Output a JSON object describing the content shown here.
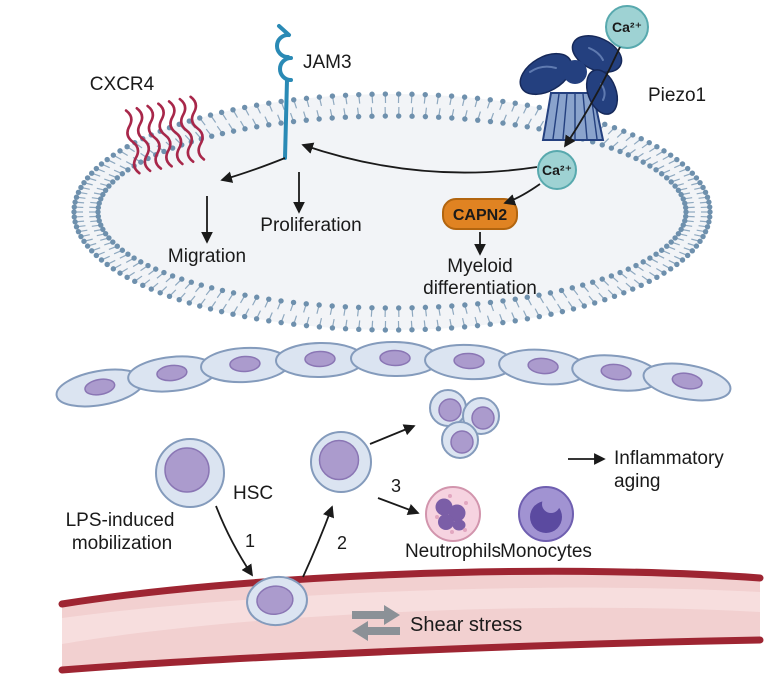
{
  "labels": {
    "cxcr4": "CXCR4",
    "jam3": "JAM3",
    "piezo1": "Piezo1",
    "ca_extracellular": "Ca²⁺",
    "ca_intracellular": "Ca²⁺",
    "capn2": "CAPN2",
    "proliferation": "Proliferation",
    "migration": "Migration",
    "myeloid_line1": "Myeloid",
    "myeloid_line2": "differentiation",
    "hsc": "HSC",
    "lps_line1": "LPS-induced",
    "lps_line2": "mobilization",
    "step1": "1",
    "step2": "2",
    "step3": "3",
    "neutrophils": "Neutrophils",
    "monocytes": "Monocytes",
    "inflammatory_line1": "Inflammatory",
    "inflammatory_line2": "aging",
    "shear_stress": "Shear stress"
  },
  "colors": {
    "membrane_head": "#6e90ad",
    "membrane_tail": "#8fa9c0",
    "cell_interior": "#f2f4f7",
    "cxcr4": "#a8274a",
    "jam3": "#2a8ab5",
    "piezo1_dark": "#24407f",
    "piezo1_edge": "#16295a",
    "piezo1_light": "#8aa3cc",
    "calcium_fill": "#9ed2d3",
    "calcium_stroke": "#58a9ae",
    "calcium_text": "#173c49",
    "capn2_fill": "#e08322",
    "capn2_stroke": "#b2650f",
    "capn2_text": "#ffffff",
    "cell_body": "#dbe4f1",
    "cell_outline": "#849bbc",
    "nucleus": "#ab9bcd",
    "nucleus_outline": "#8a76b4",
    "neutrophil_body": "#f6d3e0",
    "neutrophil_outline": "#d295ad",
    "neutrophil_nucleus": "#7b5ea7",
    "neutrophil_granule": "#e2a7c0",
    "monocyte_body": "#a193d2",
    "monocyte_outline": "#6f5fb0",
    "monocyte_nucleus": "#5b4aa0",
    "vessel_wall": "#9e2532",
    "vessel_lumen": "#f2d0d0",
    "vessel_lumen_light": "#f9e4e4",
    "arrow": "#1a1a1a",
    "shear_arrow": "#8b9197",
    "text": "#1a1a1a"
  }
}
